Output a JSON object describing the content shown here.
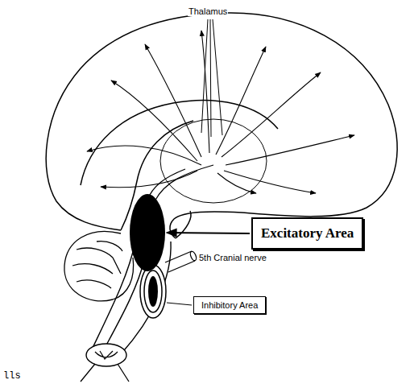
{
  "diagram": {
    "nodes": [
      {
        "text": [
          "Excitatory Area"
        ]
      },
      {
        "text": [
          "Inhibitory Area"
        ]
      }
    ],
    "labels": [
      "Thalamus",
      "5th Cranial nerve",
      "lls"
    ]
  }
}
